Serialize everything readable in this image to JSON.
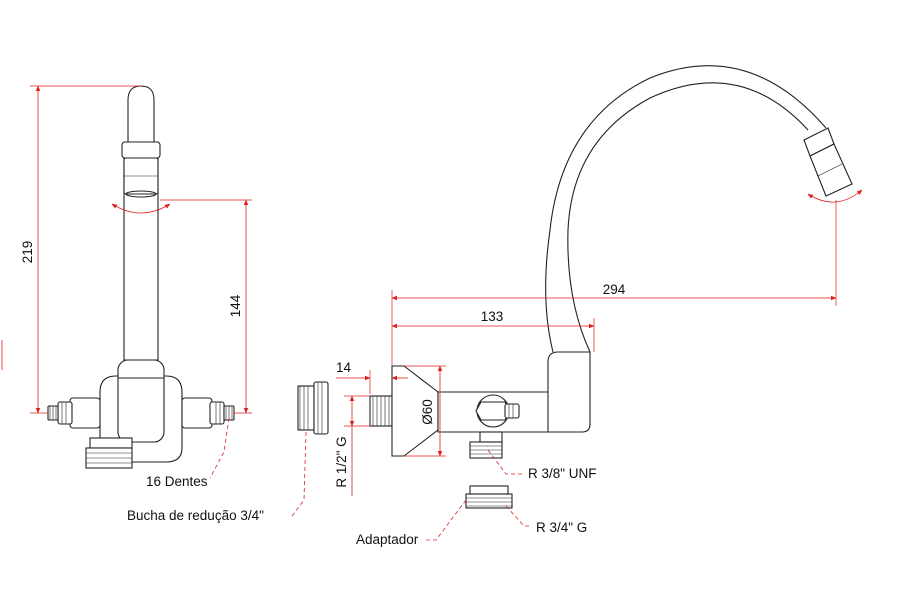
{
  "dimensions": {
    "overall_height": "219",
    "spout_to_base": "144",
    "reach_total": "294",
    "reach_body": "133",
    "flange_thickness": "14",
    "flange_diameter": "Ø60"
  },
  "labels": {
    "teeth": "16 Dentes",
    "reducer_bushing": "Bucha de redução 3/4\"",
    "inlet_thread": "R 1/2\" G",
    "unf_thread": "R 3/8\" UNF",
    "adapter": "Adaptador",
    "adapter_thread": "R 3/4\" G"
  },
  "colors": {
    "dimension_lines": "#e0201e",
    "outline": "#222222"
  }
}
